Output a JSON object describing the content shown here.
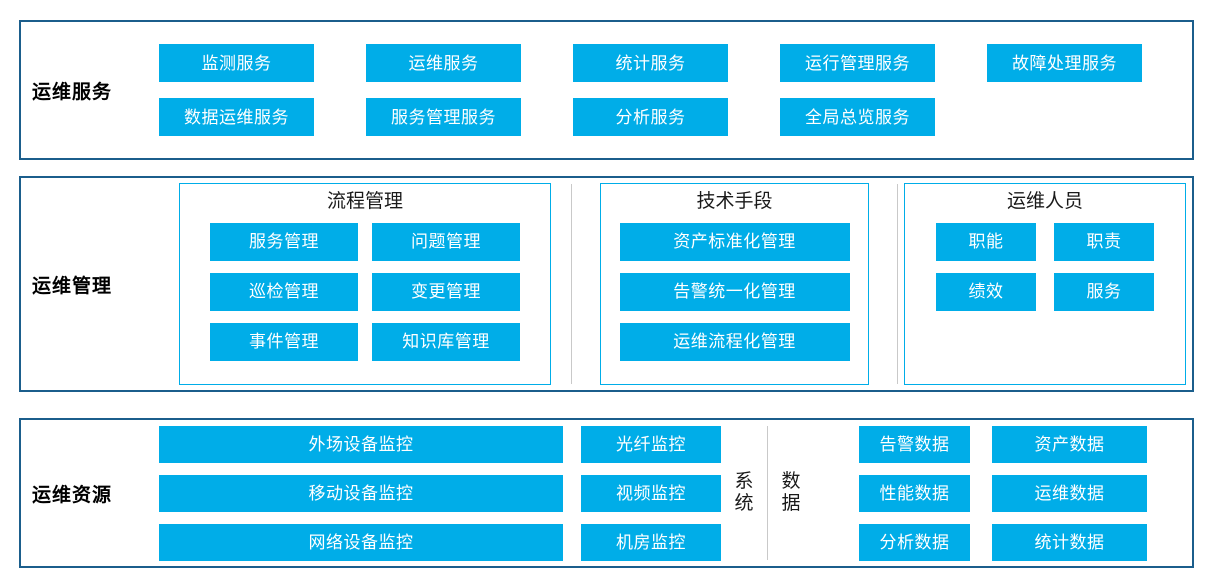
{
  "colors": {
    "chip_blue": "#00ade8",
    "outer_border": "#1b5e8c",
    "group_border": "#00ade8",
    "divider": "#c9c9c9",
    "text_dark": "#1a1a1a",
    "chip_text": "#ffffff"
  },
  "sections": {
    "services": {
      "label": "运维服务",
      "items": [
        "监测服务",
        "运维服务",
        "统计服务",
        "运行管理服务",
        "故障处理服务",
        "数据运维服务",
        "服务管理服务",
        "分析服务",
        "全局总览服务",
        ""
      ]
    },
    "management": {
      "label": "运维管理",
      "groups": [
        {
          "title": "流程管理",
          "items": [
            "服务管理",
            "问题管理",
            "巡检管理",
            "变更管理",
            "事件管理",
            "知识库管理"
          ]
        },
        {
          "title": "技术手段",
          "items": [
            "资产标准化管理",
            "告警统一化管理",
            "运维流程化管理"
          ]
        },
        {
          "title": "运维人员",
          "items": [
            "职能",
            "职责",
            "绩效",
            "服务"
          ]
        }
      ]
    },
    "resources": {
      "label": "运维资源",
      "wide_items": [
        "外场设备监控",
        "移动设备监控",
        "网络设备监控"
      ],
      "mid_items": [
        "光纤监控",
        "视频监控",
        "机房监控"
      ],
      "vertical_label_system": "系统",
      "vertical_label_data": "数据",
      "data_items": [
        "告警数据",
        "资产数据",
        "性能数据",
        "运维数据",
        "分析数据",
        "统计数据"
      ]
    }
  }
}
